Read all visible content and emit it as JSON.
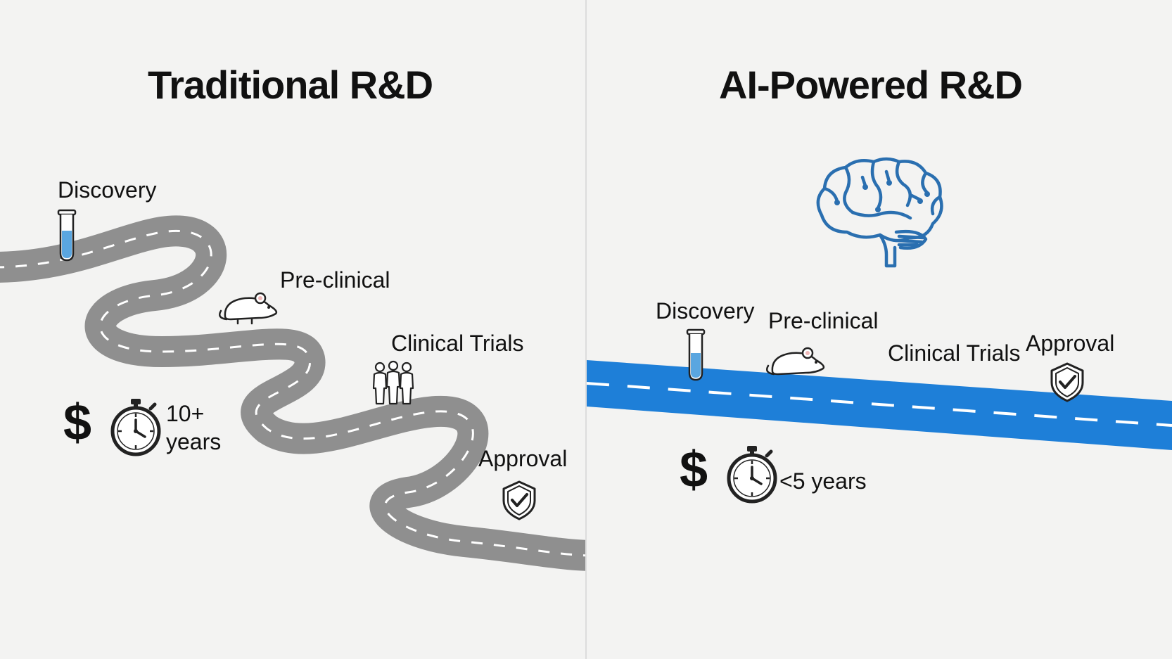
{
  "traditional": {
    "title": "Traditional R&D",
    "stages": {
      "discovery": "Discovery",
      "preclinical": "Pre-clinical",
      "clinical": "Clinical Trials",
      "approval": "Approval"
    },
    "cost_symbol": "$",
    "duration_line1": "10+",
    "duration_line2": "years"
  },
  "ai": {
    "title": "AI-Powered R&D",
    "stages": {
      "discovery": "Discovery",
      "preclinical": "Pre-clinical",
      "clinical": "Clinical Trials",
      "approval": "Approval"
    },
    "cost_symbol": "$",
    "duration": "<5 years"
  },
  "colors": {
    "background": "#f3f3f2",
    "road_gray": "#8f8f8f",
    "road_blue": "#1e7fd8",
    "brain_blue": "#2a6fb0",
    "tube_fill": "#5aa6e0"
  },
  "icons": [
    "test-tube-icon",
    "mouse-icon",
    "people-icon",
    "shield-check-icon",
    "brain-icon",
    "stopwatch-icon"
  ]
}
